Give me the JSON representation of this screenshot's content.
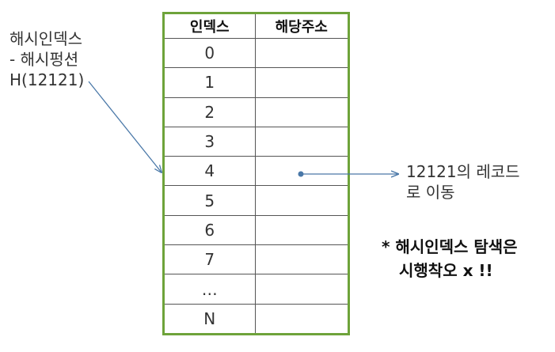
{
  "left_label": {
    "line1": "해시인덱스",
    "line2": "- 해시펑션",
    "line3": "H(12121)"
  },
  "table": {
    "headers": [
      "인덱스",
      "해당주소"
    ],
    "rows": [
      "0",
      "1",
      "2",
      "3",
      "4",
      "5",
      "6",
      "7",
      "…",
      "N"
    ]
  },
  "right_label": {
    "line1": "12121의 레코드",
    "line2": "로 이동"
  },
  "note": {
    "line1": "* 해시인덱스 탐색은",
    "line2": "시행착오 x !!"
  },
  "colors": {
    "table_border": "#6ea33a",
    "arrow": "#4a78a8"
  }
}
